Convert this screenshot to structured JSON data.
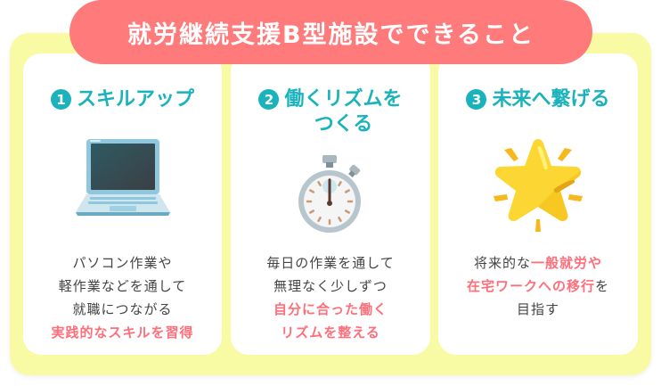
{
  "title": "就労継続支援B型施設でできること",
  "colors": {
    "title_bg": "#ff7a7b",
    "outer_bg": "#f8fba3",
    "accent_teal": "#1ab3bd",
    "highlight_pink": "#ff6f7a",
    "body_text": "#444444"
  },
  "cards": [
    {
      "number": "1",
      "heading_lines": [
        "スキルアップ"
      ],
      "icon": "laptop-icon",
      "body": {
        "line1": "パソコン作業や",
        "line2": "軽作業などを通して",
        "line3": "就職につながる",
        "line4_highlight": "実践的なスキルを習得"
      }
    },
    {
      "number": "2",
      "heading_lines": [
        "働くリズムを",
        "つくる"
      ],
      "icon": "stopwatch-icon",
      "body": {
        "line1": "毎日の作業を通して",
        "line2": "無理なく少しずつ",
        "line3_highlight": "自分に合った働く",
        "line4_highlight": "リズムを整える"
      }
    },
    {
      "number": "3",
      "heading_lines": [
        "未来へ繋げる"
      ],
      "icon": "glowing-star-icon",
      "body": {
        "line1_plain": "将来的な",
        "line1_highlight": "一般就労や",
        "line2_highlight": "在宅ワークへの移行",
        "line2_plain": "を",
        "line3": "目指す"
      }
    }
  ]
}
